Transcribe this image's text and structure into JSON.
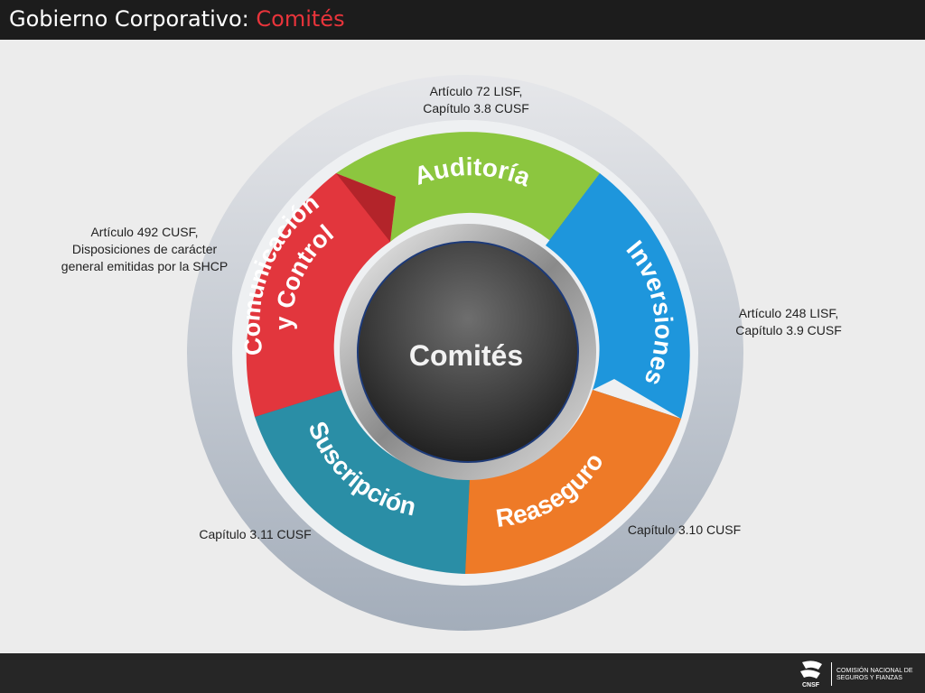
{
  "header": {
    "title_prefix": "Gobierno Corporativo: ",
    "title_highlight": "Comités"
  },
  "center": {
    "label": "Comités"
  },
  "segments": [
    {
      "label": "Auditoría",
      "color": "#8cc63f"
    },
    {
      "label": "Inversiones",
      "color": "#1e96dc"
    },
    {
      "label": "Reaseguro",
      "color": "#ee7a27"
    },
    {
      "label": "Suscripción",
      "color": "#2a8ea6"
    },
    {
      "label_line1": "Comunicación",
      "label_line2": "y Control",
      "color": "#e2363d"
    }
  ],
  "notes": {
    "auditoria": [
      "Artículo 72 LISF,",
      "Capítulo 3.8 CUSF"
    ],
    "comunicacion": [
      "Artículo 492 CUSF,",
      "Disposiciones de carácter",
      "general emitidas por la SHCP"
    ],
    "inversiones": [
      "Artículo 248 LISF,",
      "Capítulo 3.9 CUSF"
    ],
    "suscripcion": [
      "Capítulo 3.11 CUSF"
    ],
    "reaseguro": [
      "Capítulo 3.10 CUSF"
    ]
  },
  "footer": {
    "logo_line1": "COMISIÓN NACIONAL DE",
    "logo_line2": "SEGUROS Y FIANZAS",
    "logo_abbr": "CNSF"
  }
}
